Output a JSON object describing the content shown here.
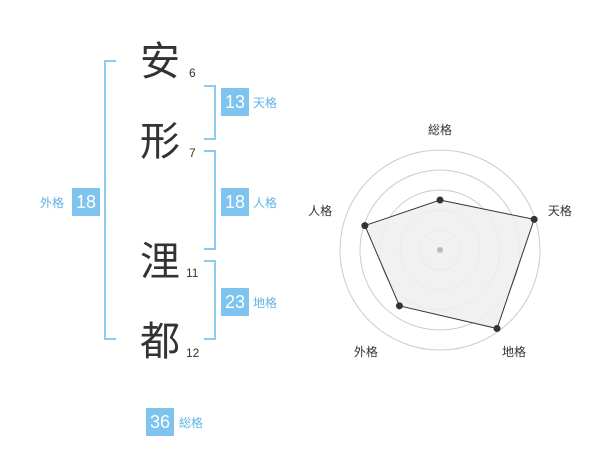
{
  "name": {
    "chars": [
      {
        "char": "安",
        "strokes": "6"
      },
      {
        "char": "形",
        "strokes": "7"
      },
      {
        "char": "浬",
        "strokes": "11"
      },
      {
        "char": "都",
        "strokes": "12"
      }
    ]
  },
  "fortunes": {
    "tenkaku": {
      "value": "13",
      "label": "天格"
    },
    "jinkaku": {
      "value": "18",
      "label": "人格"
    },
    "chikaku": {
      "value": "23",
      "label": "地格"
    },
    "gaikaku": {
      "value": "18",
      "label": "外格"
    },
    "soukaku": {
      "value": "36",
      "label": "総格"
    }
  },
  "chart_data": {
    "type": "radar",
    "axes": [
      "総格",
      "天格",
      "地格",
      "外格",
      "人格"
    ],
    "values": [
      0.5,
      0.99,
      0.97,
      0.69,
      0.79
    ],
    "rings": 5,
    "grid": true,
    "colors": {
      "fill": "#eeeeee",
      "line": "#333333",
      "grid": "#cccccc",
      "center": "#bbbbbb"
    }
  },
  "colors": {
    "badge": "#7fc3ef",
    "bracket": "#8ccbf0",
    "label": "#62b3e6"
  }
}
